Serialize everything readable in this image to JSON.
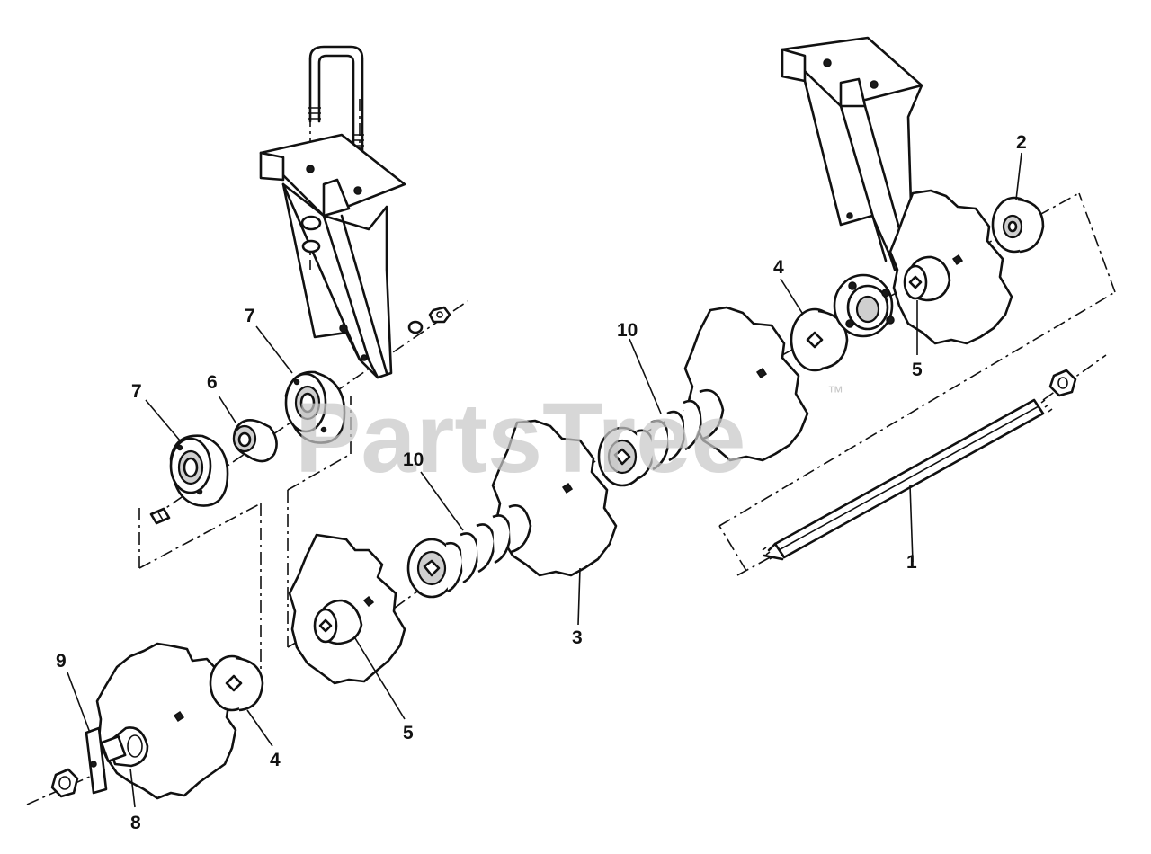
{
  "watermark": {
    "text": "PartsTree",
    "trademark": "™"
  },
  "callouts": [
    {
      "id": "c1",
      "label": "1"
    },
    {
      "id": "c2",
      "label": "2"
    },
    {
      "id": "c3",
      "label": "3"
    },
    {
      "id": "c4a",
      "label": "4"
    },
    {
      "id": "c4b",
      "label": "4"
    },
    {
      "id": "c5a",
      "label": "5"
    },
    {
      "id": "c5b",
      "label": "5"
    },
    {
      "id": "c6",
      "label": "6"
    },
    {
      "id": "c7a",
      "label": "7"
    },
    {
      "id": "c7b",
      "label": "7"
    },
    {
      "id": "c8",
      "label": "8"
    },
    {
      "id": "c9",
      "label": "9"
    },
    {
      "id": "c10a",
      "label": "10"
    },
    {
      "id": "c10b",
      "label": "10"
    }
  ]
}
